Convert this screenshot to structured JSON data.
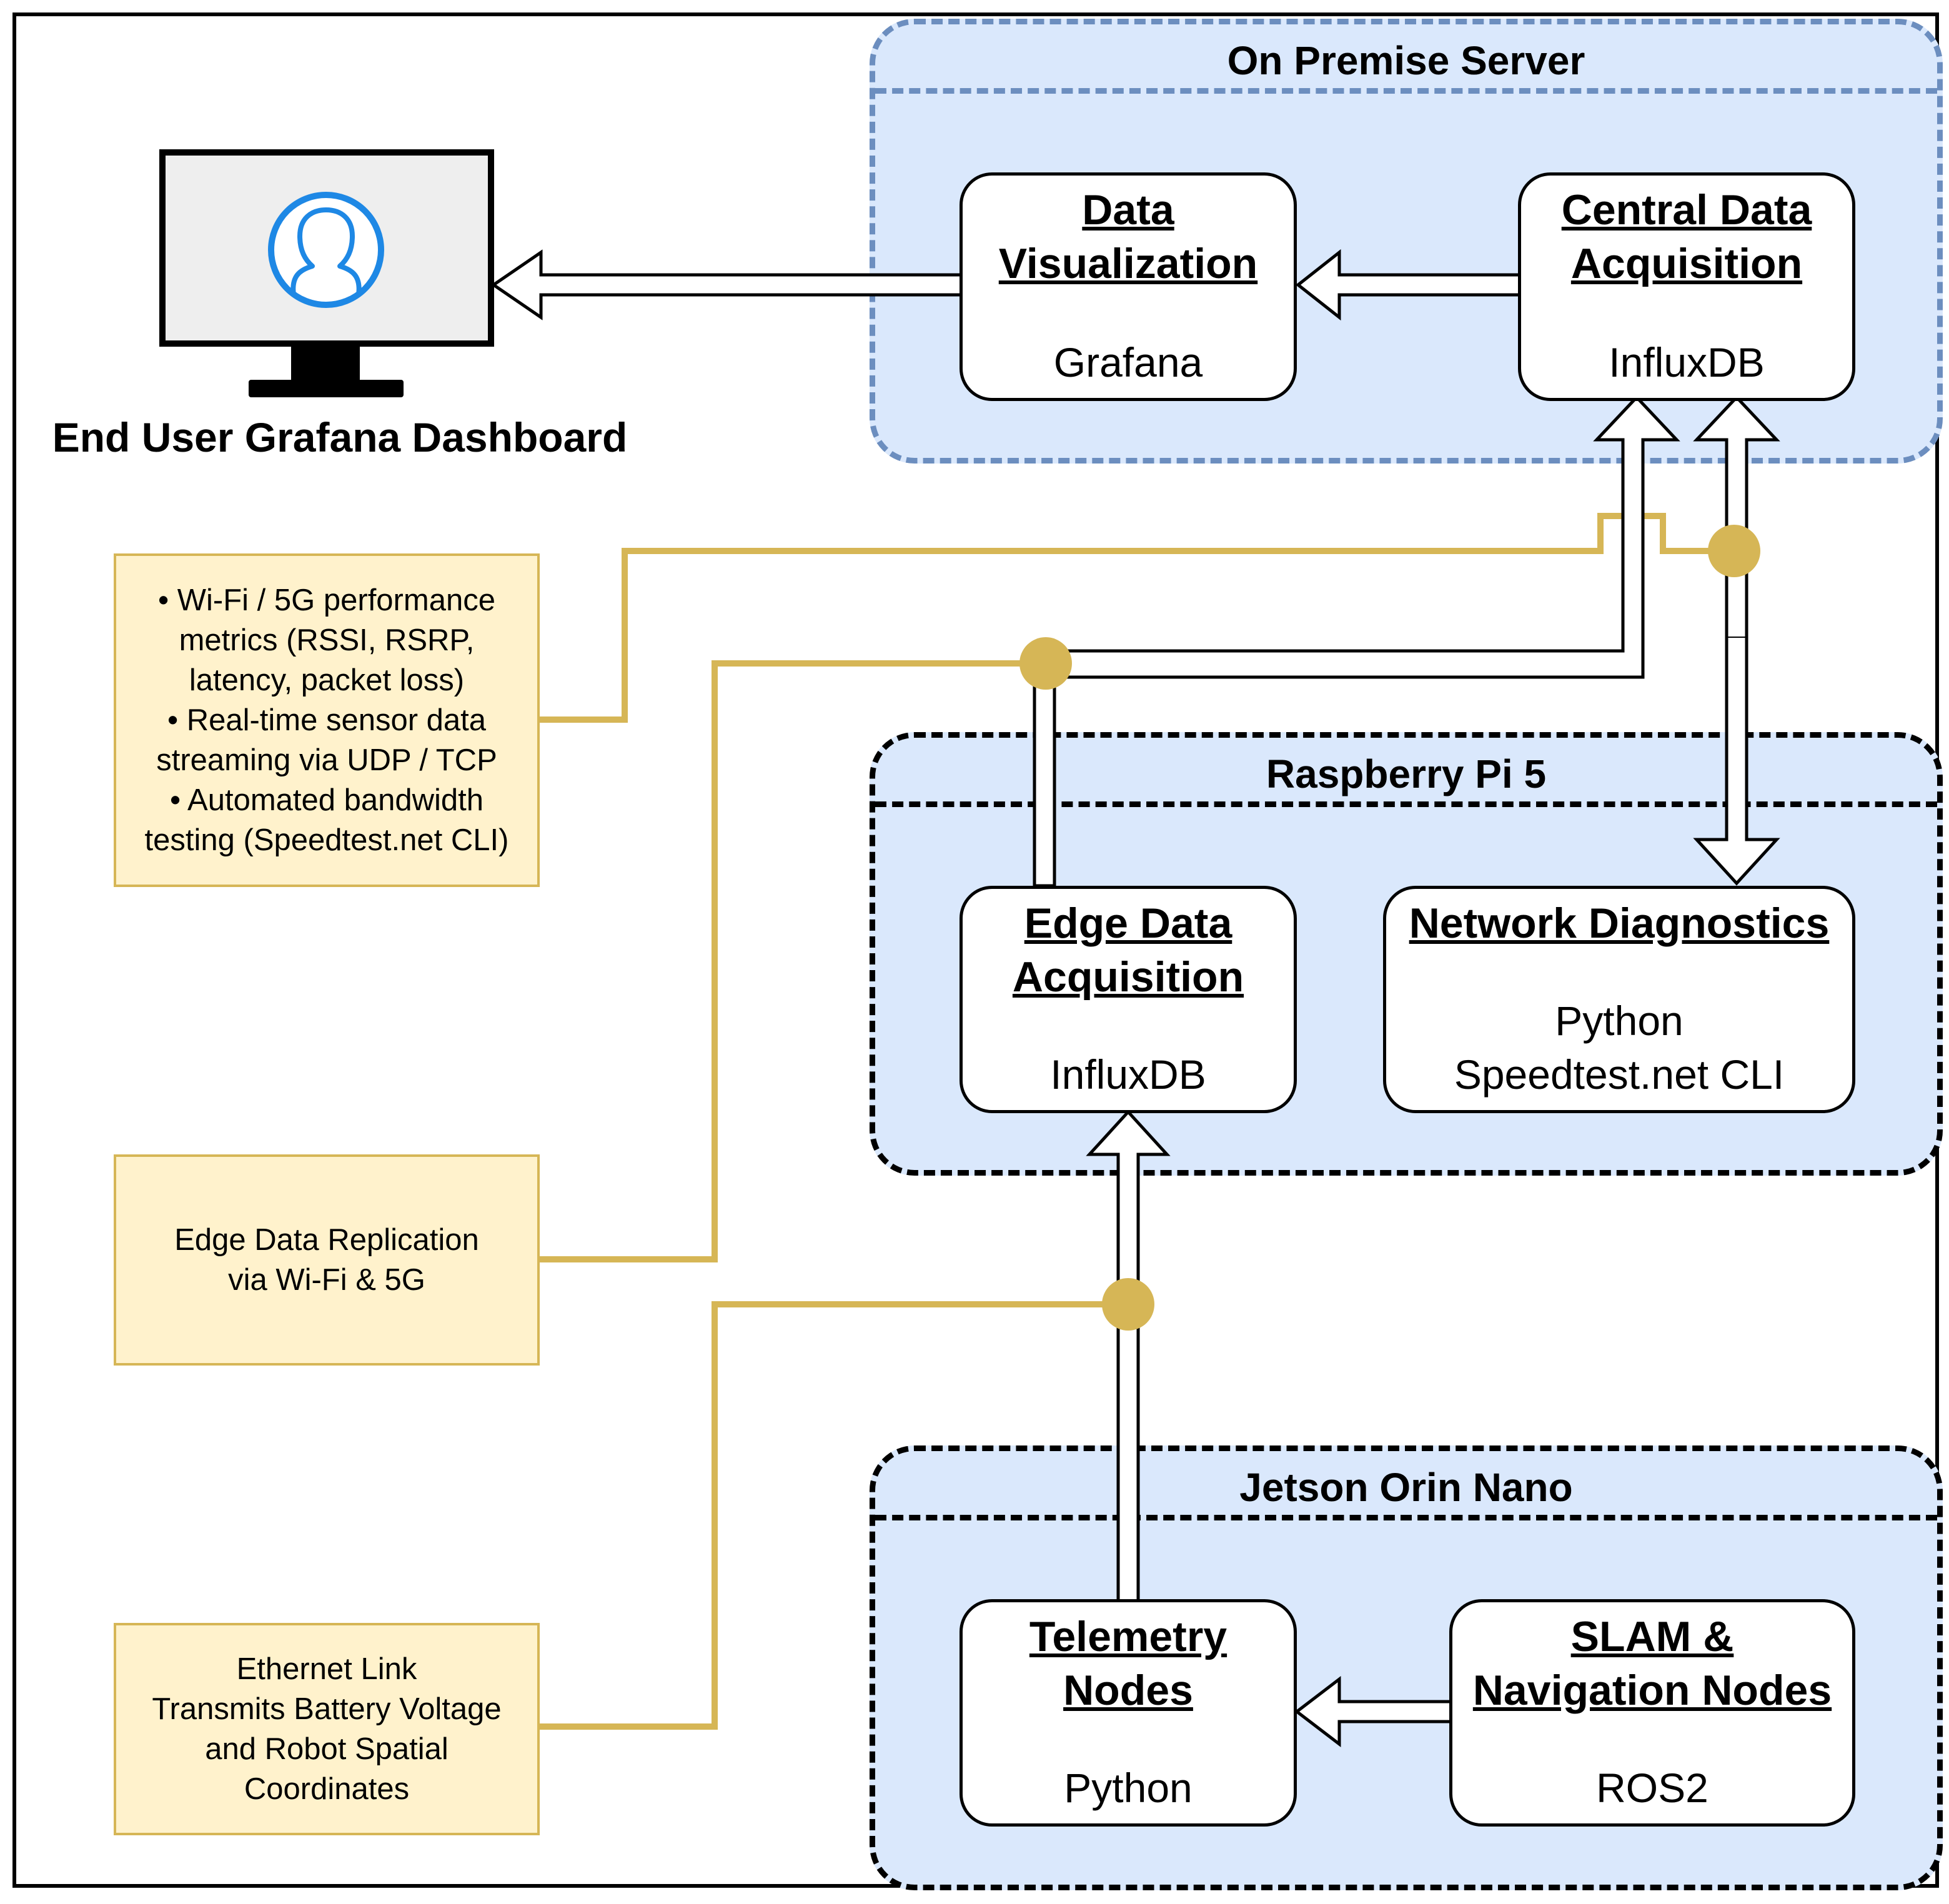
{
  "end_user": {
    "label": "End User Grafana Dashboard",
    "icon": "user-monitor-icon"
  },
  "containers": {
    "on_premise": {
      "title": "On Premise Server"
    },
    "raspberry": {
      "title": "Raspberry Pi 5"
    },
    "jetson": {
      "title": "Jetson Orin Nano"
    }
  },
  "nodes": {
    "data_visualization": {
      "title": "Data\nVisualization",
      "subtitle": "Grafana"
    },
    "central_data_acquisition": {
      "title": "Central Data\nAcquisition",
      "subtitle": "InfluxDB"
    },
    "edge_data_acquisition": {
      "title": "Edge Data\nAcquisition",
      "subtitle": "InfluxDB"
    },
    "network_diagnostics": {
      "title": "Network Diagnostics",
      "subtitle": "Python\nSpeedtest.net CLI"
    },
    "telemetry_nodes": {
      "title": "Telemetry\nNodes",
      "subtitle": "Python"
    },
    "slam_navigation_nodes": {
      "title": "SLAM &\nNavigation Nodes",
      "subtitle": "ROS2"
    }
  },
  "notes": {
    "metrics": {
      "text": "• Wi-Fi / 5G performance\nmetrics (RSSI, RSRP,\nlatency, packet loss)\n• Real-time sensor data\nstreaming via UDP / TCP\n• Automated bandwidth\ntesting (Speedtest.net CLI)"
    },
    "replication": {
      "text": "Edge Data Replication\nvia Wi-Fi & 5G"
    },
    "ethernet": {
      "text": "Ethernet Link\nTransmits Battery Voltage\nand Robot Spatial\nCoordinates"
    }
  },
  "colors": {
    "container_fill": "#dae8fc",
    "server_border": "#6c8ebf",
    "device_border": "#000000",
    "note_fill": "#fff2cc",
    "note_border": "#d6b656",
    "connector": "#d6b656",
    "icon_blue": "#1e88e5",
    "monitor_screen": "#eeeeee"
  }
}
